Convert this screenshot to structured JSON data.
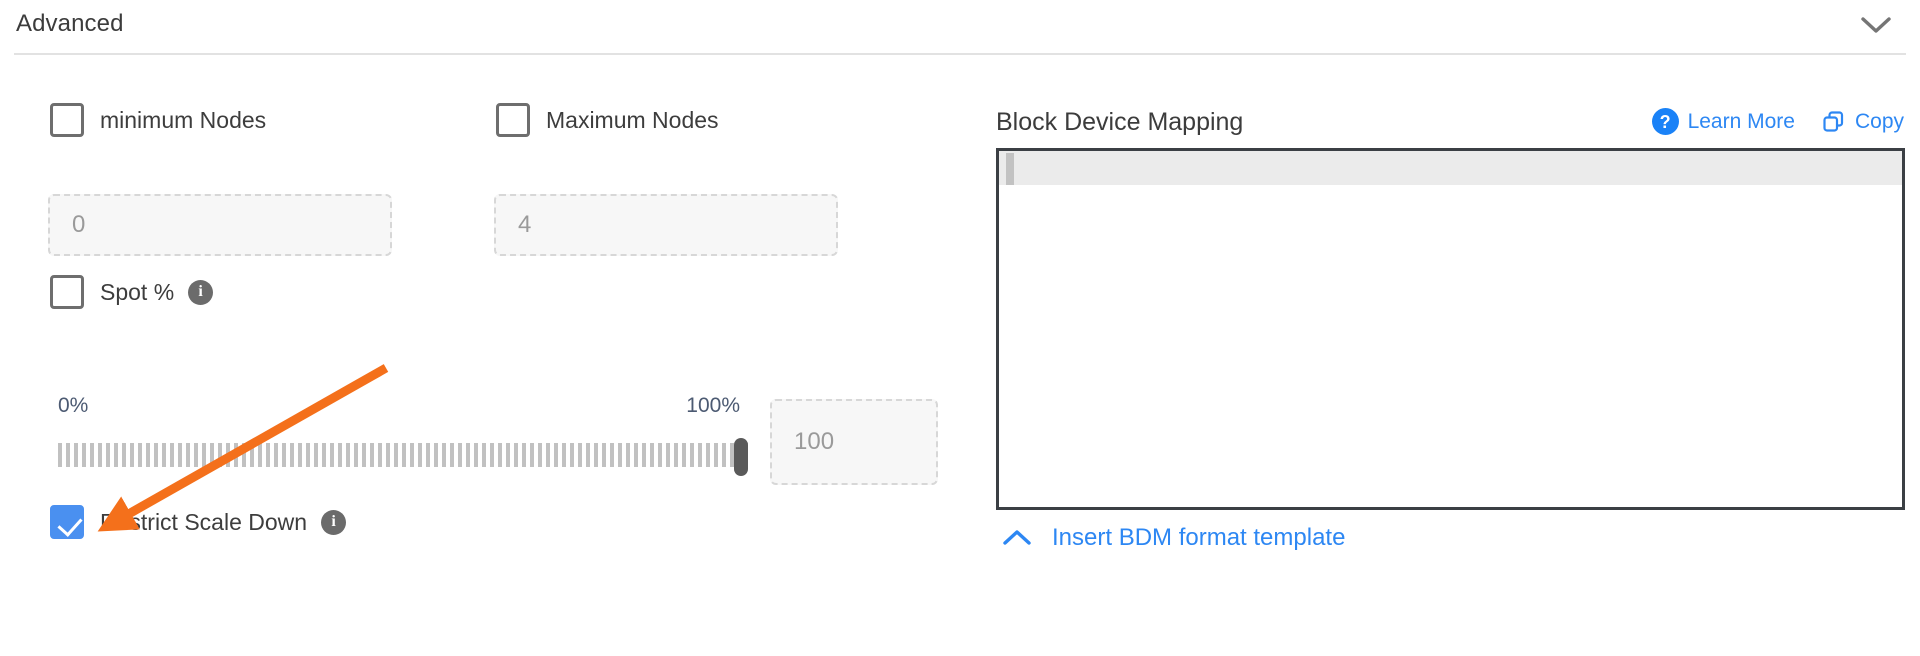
{
  "section": {
    "title": "Advanced",
    "collapse_icon": "chevron-down-icon"
  },
  "left": {
    "min_nodes": {
      "label": "minimum Nodes",
      "checked": false,
      "input_placeholder": "0",
      "input_value": ""
    },
    "max_nodes": {
      "label": "Maximum Nodes",
      "checked": false,
      "input_placeholder": "4",
      "input_value": ""
    },
    "spot": {
      "label": "Spot %",
      "checked": false,
      "info_glyph": "i"
    },
    "slider": {
      "min_label": "0%",
      "max_label": "100%",
      "value": 100,
      "min": 0,
      "max": 100,
      "input_placeholder": "100",
      "input_value": ""
    },
    "restrict_scale_down": {
      "label": "Restrict Scale Down",
      "checked": true,
      "info_glyph": "i"
    }
  },
  "right": {
    "title": "Block Device Mapping",
    "learn_more": {
      "label": "Learn More",
      "icon": "question-circle-icon",
      "glyph": "?"
    },
    "copy": {
      "label": "Copy",
      "icon": "copy-icon"
    },
    "editor": {
      "content": "",
      "active_line": 1
    },
    "insert_template": {
      "label": "Insert BDM format template",
      "icon": "chevron-up-icon"
    }
  },
  "colors": {
    "accent_blue": "#2d87f3",
    "checkbox_checked": "#4a90f0",
    "annotation_orange": "#f4701b",
    "text_primary": "#3c3c3c",
    "scale_label": "#4c5a72",
    "editor_border": "#3b3f44"
  }
}
